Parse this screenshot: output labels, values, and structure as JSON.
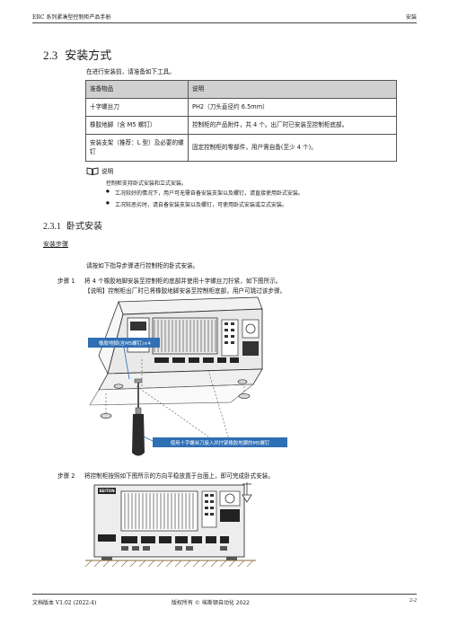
{
  "header": {
    "left": "ERC 系列紧凑型控制柜产品手册",
    "right": "安装"
  },
  "section": {
    "number": "2.3",
    "title": "安装方式"
  },
  "intro": "在进行安装前，请准备如下工具。",
  "tools_table": {
    "headers": [
      "准备物品",
      "说明"
    ],
    "rows": [
      [
        "十字螺丝刀",
        "PH2（刀头直径约 6.5mm）"
      ],
      [
        "橡胶地脚（含 M5 螺钉）",
        "控制柜的产品附件，共 4 个。出厂时已安装至控制柜底部。"
      ],
      [
        "安装支架（推荐：L 型）及必要的螺钉",
        "固定控制柜的零部件，用户需自备(至少 4 个)。"
      ]
    ]
  },
  "note": {
    "label": "说明",
    "text": "控制柜支持卧式安装和立式安装。",
    "bullets": [
      "工况较好的情况下，用户可无需自备安装支架以及螺钉，请直接使用卧式安装。",
      "工况较恶劣时，请自备安装支架以及螺钉，可使用卧式安装或立式安装。"
    ]
  },
  "subsection": {
    "number": "2.3.1",
    "title": "卧式安装"
  },
  "steps_title": "安装步骤",
  "steps_intro": "请按如下指导步骤进行控制柜的卧式安装。",
  "step1": {
    "label": "步骤 1",
    "text": "将 4 个橡胶地脚安装至控制柜的底部并使用十字螺丝刀拧紧，如下图所示。",
    "note": "【说明】控制柜出厂时已将橡胶地脚安装至控制柜底部，用户可跳过该步骤。",
    "callout_feet": "橡胶地脚(含M5螺钉)×4",
    "callout_screwdriver": "使用十字螺丝刀旋入并拧紧橡胶地脚的M5螺钉"
  },
  "step2": {
    "label": "步骤 2",
    "text": "将控制柜按照如下图所示的方向平稳放置于台面上，即可完成卧式安装。",
    "brand": "SEITUN"
  },
  "footer": {
    "left": "文档版本 V1.02 (2022-4)",
    "center": "版权所有 © 埃斯顿自动化 2022",
    "right": "2-2"
  },
  "colors": {
    "callout_bg": "#2f6fb4",
    "table_header_bg": "#d0d0d0",
    "rule": "#444444",
    "ground_hatch": "#8a6a3a"
  }
}
